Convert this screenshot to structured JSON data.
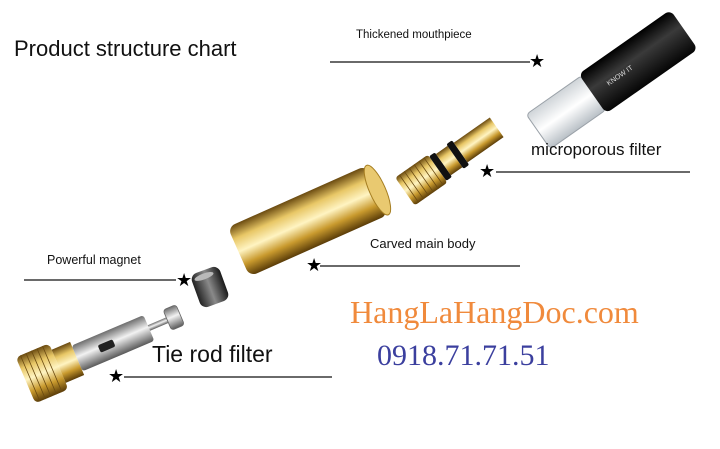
{
  "title": "Product structure chart",
  "labels": {
    "mouthpiece": "Thickened mouthpiece",
    "microporous": "microporous filter",
    "main_body": "Carved main body",
    "magnet": "Powerful magnet",
    "tie_rod": "Tie rod filter"
  },
  "watermark": {
    "site": "HangLaHangDoc.com",
    "phone": "0918.71.71.51"
  },
  "mouthpiece_print": "KNOW IT",
  "star_glyph": "★",
  "colors": {
    "watermark_site": "#f08a3c",
    "watermark_phone": "#3b3f9e",
    "gold": "#c9a23a",
    "black_tip": "#111111"
  }
}
